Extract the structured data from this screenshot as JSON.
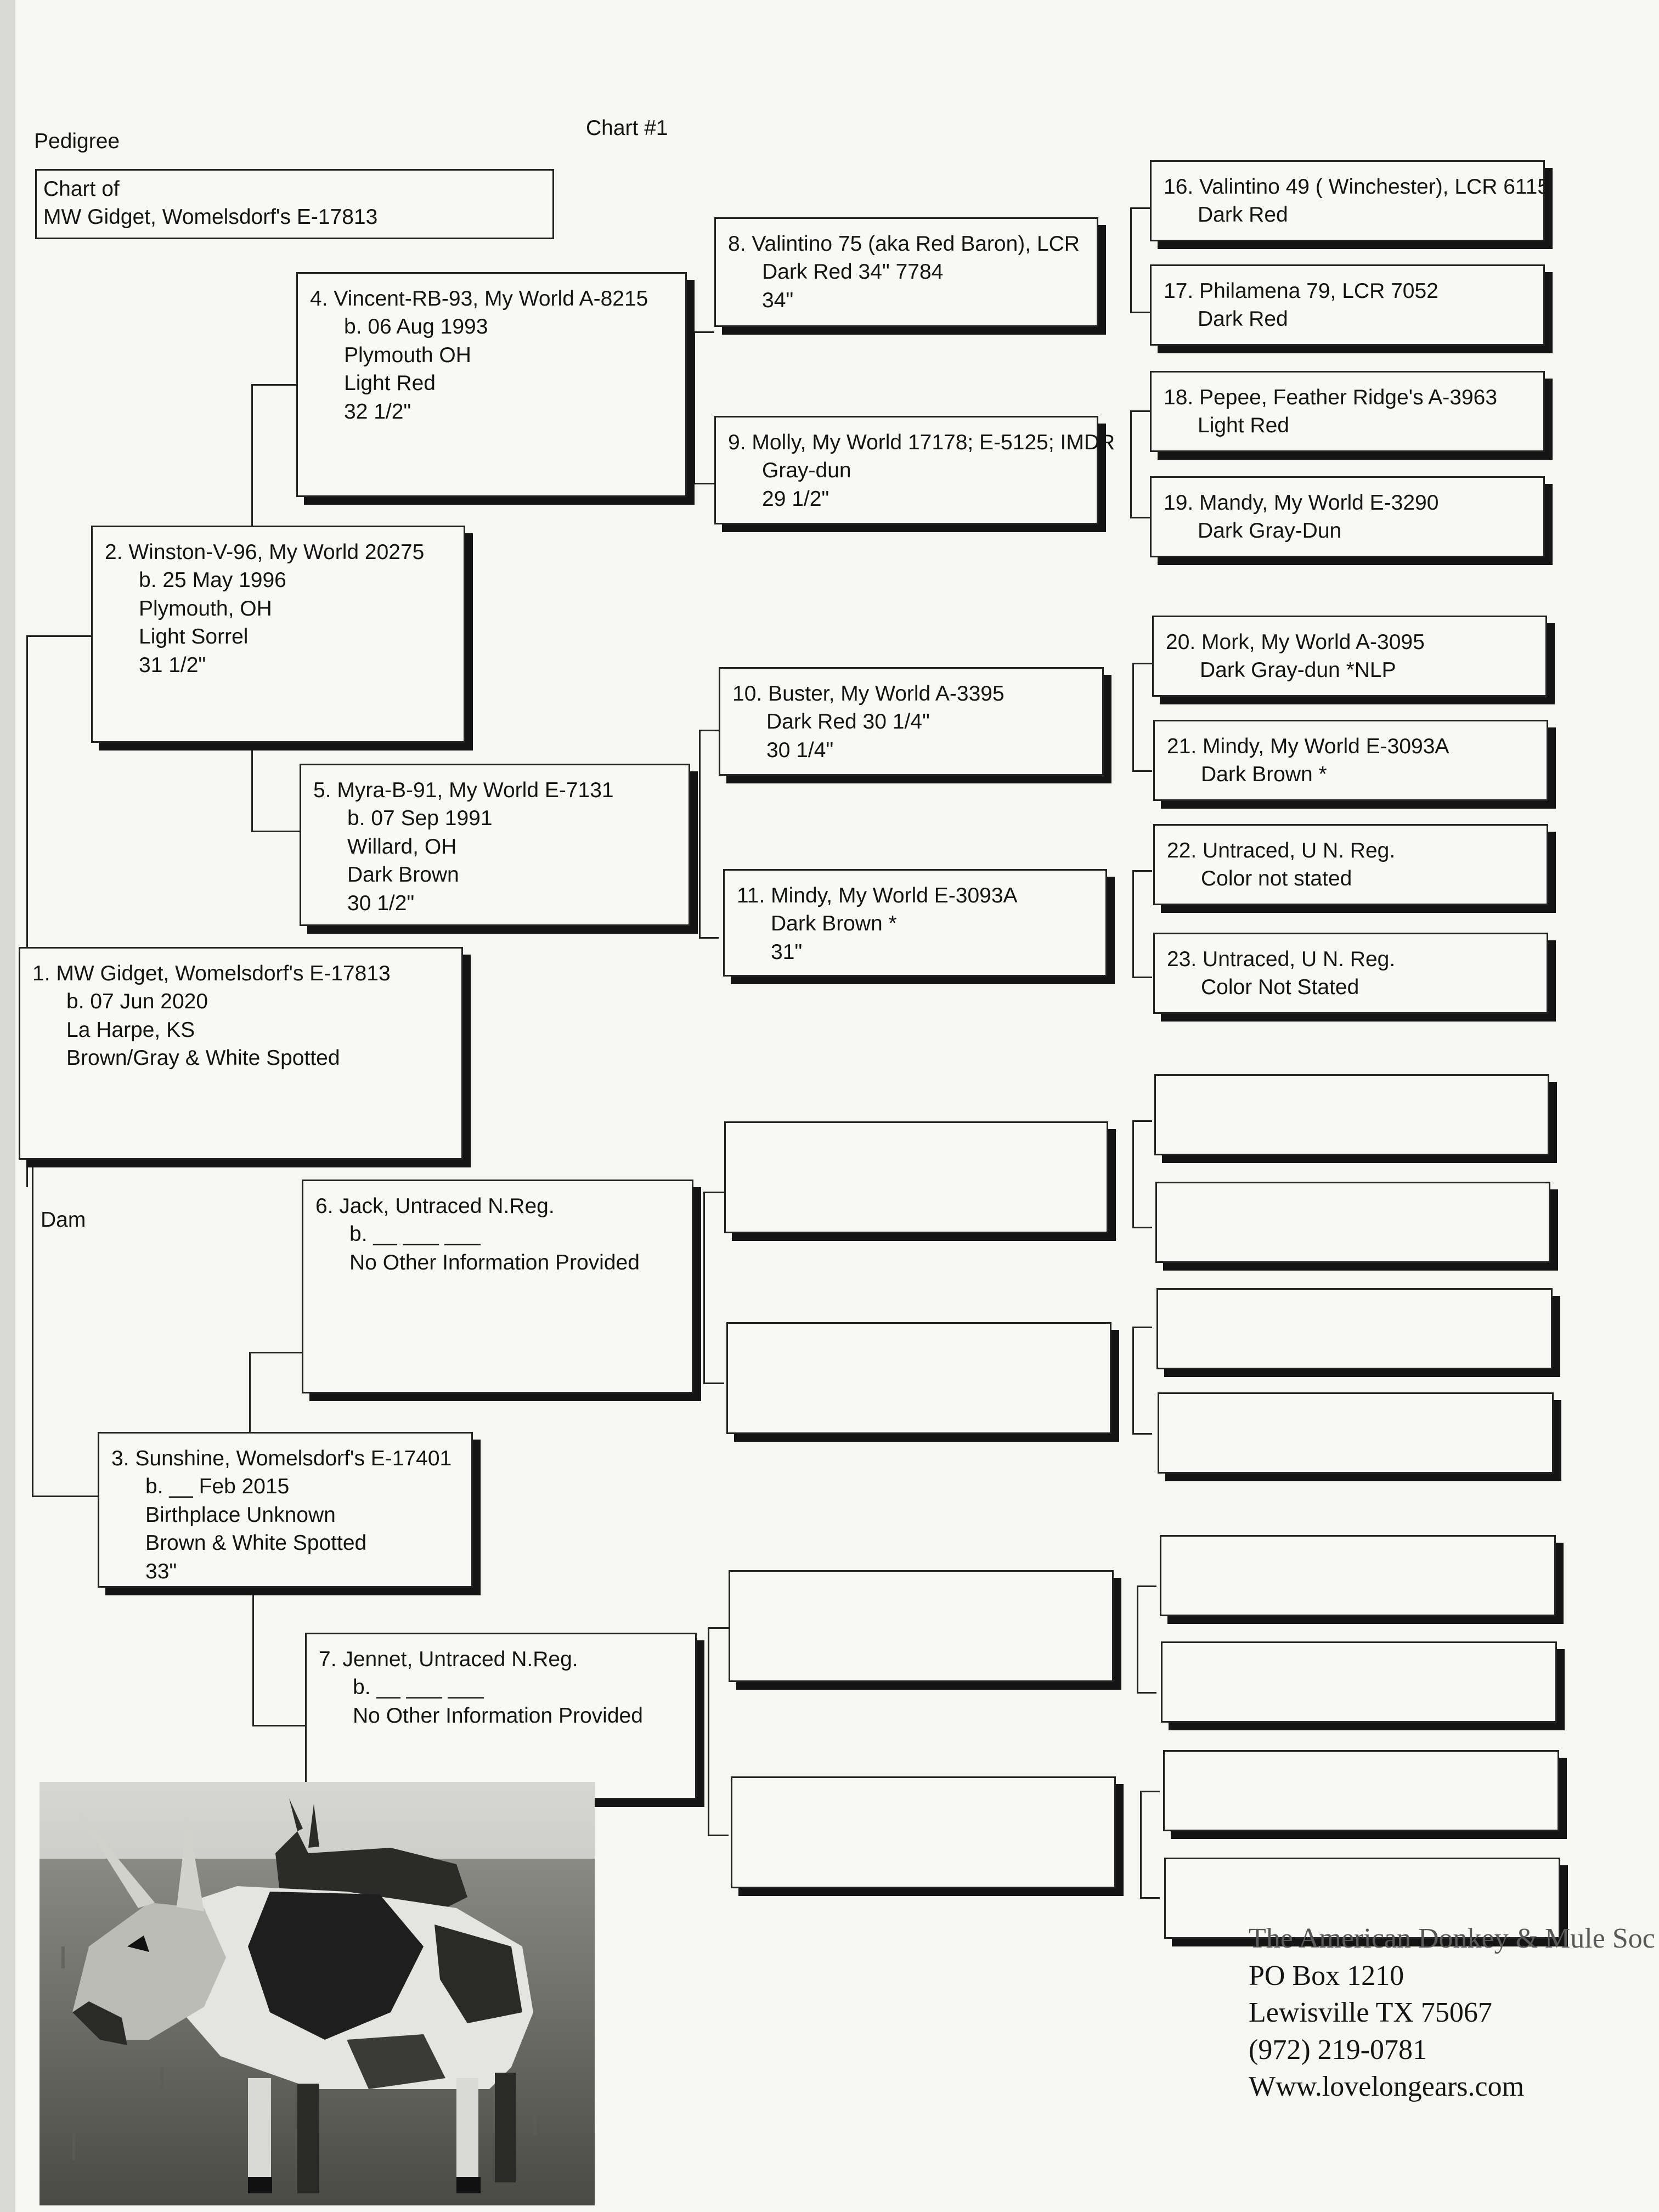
{
  "header": {
    "label": "Pedigree",
    "chart_number": "Chart #1",
    "chart_of": [
      "Chart of",
      "MW Gidget, Womelsdorf's E-17813"
    ]
  },
  "section_labels": {
    "dam": "Dam"
  },
  "entries": {
    "e1": [
      "1. MW Gidget, Womelsdorf's E-17813",
      "b. 07 Jun 2020",
      "La Harpe, KS",
      "Brown/Gray & White Spotted"
    ],
    "e2": [
      "2. Winston-V-96, My World 20275",
      "b. 25 May 1996",
      "Plymouth, OH",
      "Light Sorrel",
      "31 1/2\""
    ],
    "e3": [
      "3. Sunshine, Womelsdorf's E-17401",
      "b. __ Feb 2015",
      "Birthplace Unknown",
      "Brown & White Spotted",
      "33\""
    ],
    "e4": [
      "4. Vincent-RB-93, My World A-8215",
      "b. 06 Aug 1993",
      "Plymouth OH",
      "Light Red",
      "32 1/2\""
    ],
    "e5": [
      "5. Myra-B-91, My World E-7131",
      "b. 07 Sep 1991",
      "Willard, OH",
      "Dark Brown",
      "30 1/2\""
    ],
    "e6": [
      "6. Jack, Untraced N.Reg.",
      "b. __ ___ ___",
      "No Other Information Provided"
    ],
    "e7": [
      "7. Jennet, Untraced N.Reg.",
      "b. __ ___ ___",
      "No Other Information Provided"
    ],
    "e8": [
      "8. Valintino 75 (aka Red Baron), LCR",
      "Dark Red  34\"   7784",
      "34\""
    ],
    "e9": [
      "9. Molly, My World 17178; E-5125; IMDR",
      "Gray-dun",
      "29 1/2\""
    ],
    "e10": [
      "10. Buster, My World A-3395",
      "Dark Red  30 1/4\"",
      "30 1/4\""
    ],
    "e11": [
      "11. Mindy, My World E-3093A",
      "Dark Brown *",
      "31\""
    ],
    "e16": [
      "16. Valintino 49 ( Winchester), LCR 6115",
      "Dark Red"
    ],
    "e17": [
      "17. Philamena 79, LCR 7052",
      "Dark Red"
    ],
    "e18": [
      "18. Pepee, Feather Ridge's A-3963",
      "Light Red"
    ],
    "e19": [
      "19. Mandy, My World E-3290",
      "Dark Gray-Dun"
    ],
    "e20": [
      "20. Mork, My World A-3095",
      "Dark Gray-dun *NLP"
    ],
    "e21": [
      "21. Mindy, My World E-3093A",
      "Dark Brown *"
    ],
    "e22": [
      "22. Untraced, U N. Reg.",
      "Color not stated"
    ],
    "e23": [
      "23. Untraced, U N. Reg.",
      "Color Not Stated"
    ]
  },
  "address": [
    "The American Donkey & Mule Soc",
    "PO Box 1210",
    "Lewisville TX 75067",
    "(972) 219-0781",
    "Www.lovelongears.com"
  ],
  "photo": {
    "subject": "donkey-photo",
    "colors": {
      "sky": "#cfcfcb",
      "grass": "#6d6d66",
      "dark": "#1e1e1e"
    }
  }
}
